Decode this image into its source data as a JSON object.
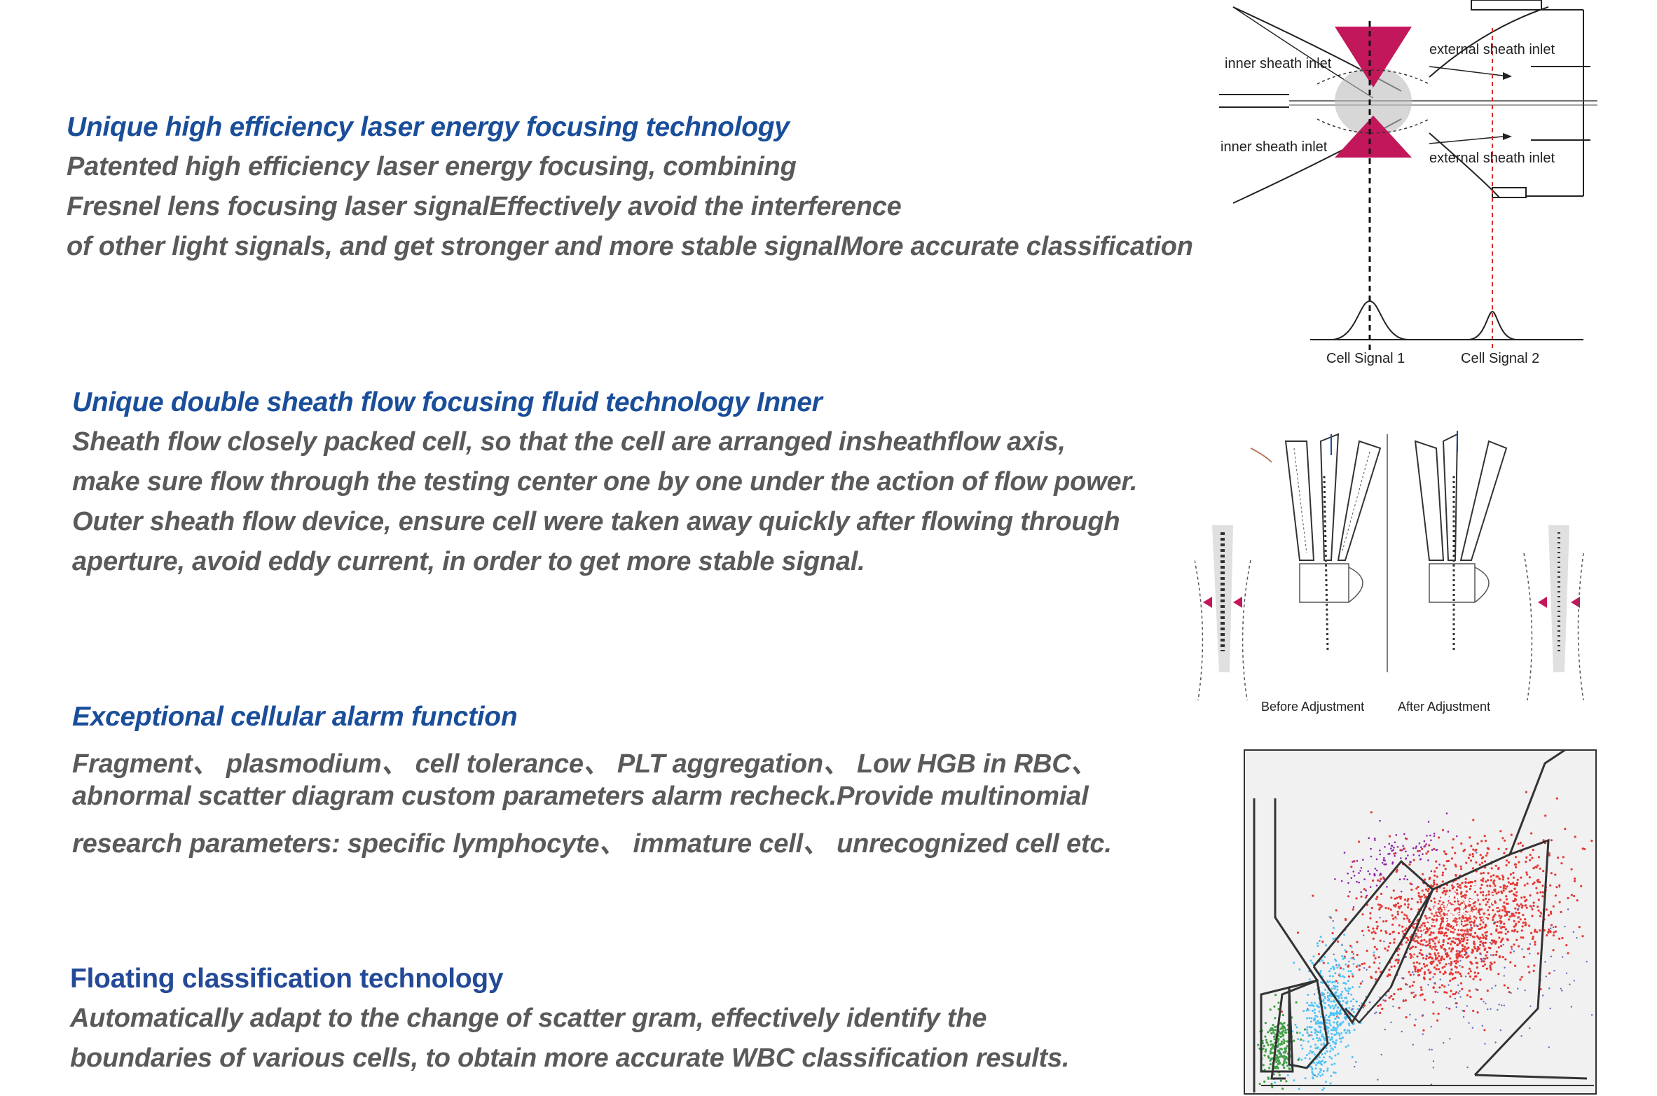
{
  "sections": [
    {
      "title": "Unique high efficiency laser energy focusing technology",
      "lines": [
        "Patented high efficiency laser energy focusing, combining",
        " Fresnel lens focusing laser signalEffectively avoid the interference",
        " of other light signals, and get stronger and more stable signalMore accurate classification"
      ]
    },
    {
      "title": "Unique double sheath flow focusing fluid technology Inner",
      "lines": [
        "Sheath flow closely packed cell, so that the cell are arranged insheathflow axis,",
        " make sure flow through the testing center one by one under the action of flow power.",
        "Outer sheath flow device, ensure cell were taken away quickly after flowing through",
        " aperture, avoid eddy current, in order to get more stable signal."
      ]
    },
    {
      "title": "Exceptional cellular alarm function",
      "lines": [
        "Fragment、 plasmodium、 cell tolerance、 PLT aggregation、 Low HGB in RBC、",
        "abnormal scatter diagram custom parameters alarm recheck.Provide multinomial",
        " research parameters: specific lymphocyte、 immature cell、 unrecognized cell etc."
      ]
    },
    {
      "title": "Floating classification technology",
      "lines": [
        "Automatically adapt to the change of scatter gram, effectively identify the",
        "boundaries of various cells, to obtain more accurate WBC classification results."
      ]
    }
  ],
  "figures": {
    "laser": {
      "inner_top": "inner sheath inlet",
      "inner_bottom": "inner sheath inlet",
      "external_top": "external sheath inlet",
      "external_bottom": "external sheath inlet",
      "signal1": "Cell Signal 1",
      "signal2": "Cell Signal 2",
      "accent_color": "#c2185b"
    },
    "sheath": {
      "before": "Before Adjustment",
      "after": "After Adjustment"
    },
    "scatter": {
      "colors": [
        "#e53935",
        "#4fc3f7",
        "#43a047",
        "#8e24aa",
        "#5c6bc0"
      ]
    }
  }
}
